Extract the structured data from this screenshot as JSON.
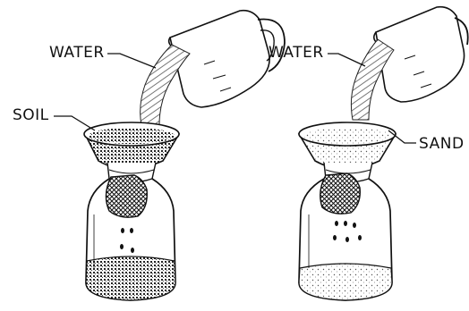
{
  "labels": {
    "left_water": "WATER",
    "soil": "SOIL",
    "right_water": "WATER",
    "sand": "SAND"
  },
  "colors": {
    "ink": "#111111",
    "paper": "#ffffff"
  }
}
